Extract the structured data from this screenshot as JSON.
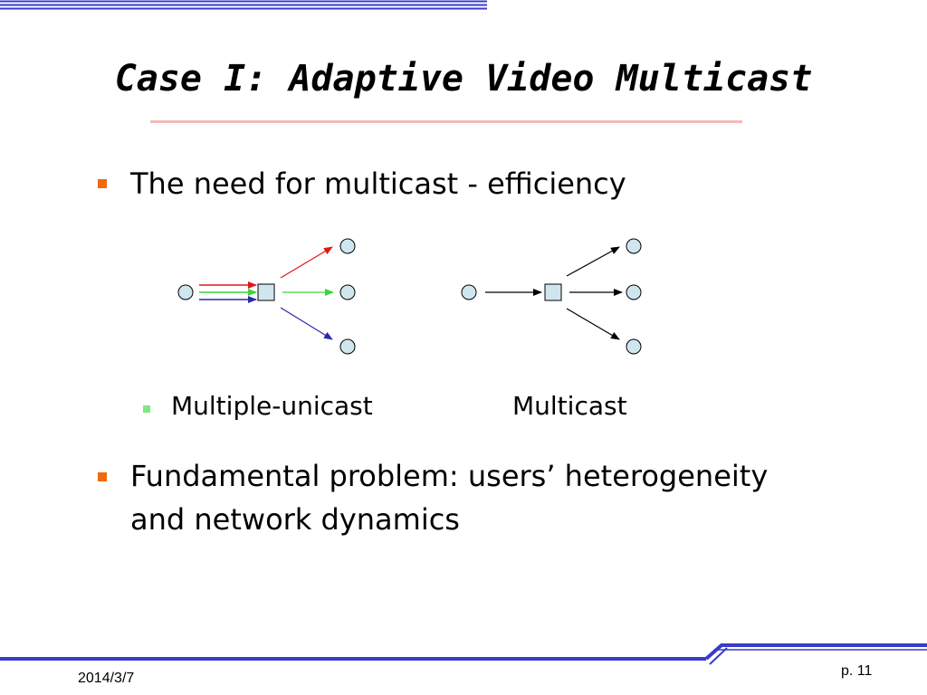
{
  "slide": {
    "title": "Case I: Adaptive Video Multicast",
    "bullets": [
      "The need for multicast - efficiency",
      "Fundamental problem: users’ heterogeneity",
      "and network dynamics"
    ],
    "sub_labels": {
      "left": "Multiple-unicast",
      "right": "Multicast"
    }
  },
  "footer": {
    "date": "2014/3/7",
    "page": "p. 11"
  },
  "colors": {
    "accent_blue": "#3a3acc",
    "bullet_orange": "#f06a0a",
    "sub_bullet_green": "#7ee87e",
    "title_rule_pink": "#f4b8b8",
    "node_fill": "#cfe6ef",
    "arrow_red": "#e01818",
    "arrow_green": "#3ad63a",
    "arrow_blue": "#2a2aa8"
  }
}
